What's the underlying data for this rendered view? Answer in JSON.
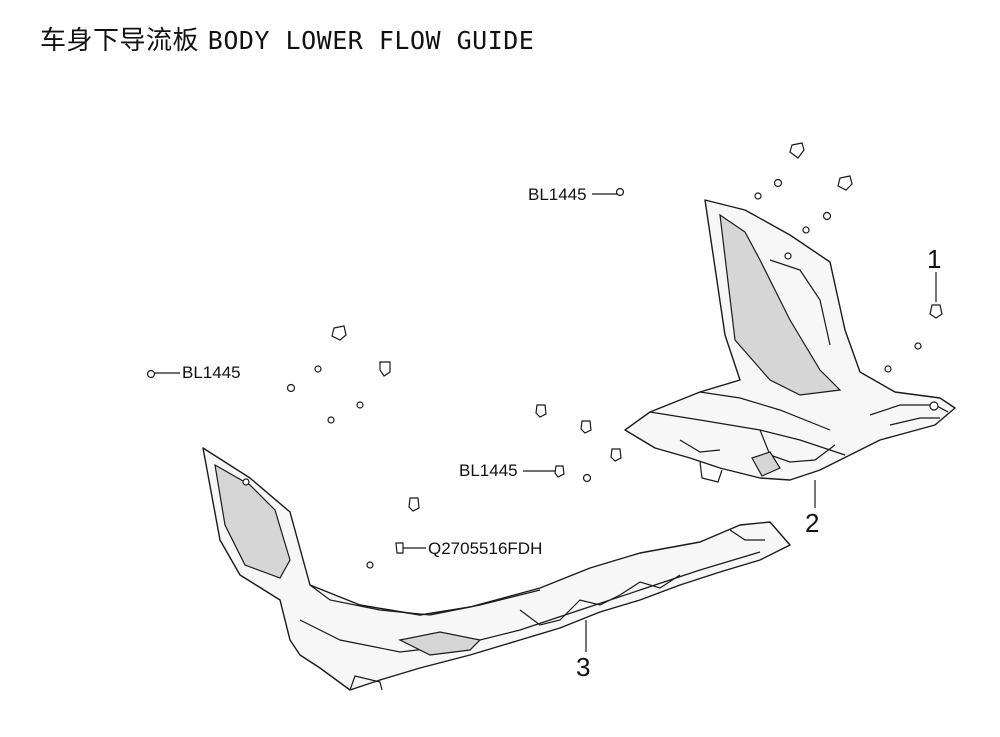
{
  "title": {
    "cn": "车身下导流板",
    "en": "BODY LOWER FLOW GUIDE"
  },
  "callouts": {
    "part1": "1",
    "part2": "2",
    "part3": "3"
  },
  "fastener_labels": {
    "upper": "BL1445",
    "left": "BL1445",
    "middle": "BL1445",
    "lower": "Q2705516FDH"
  }
}
